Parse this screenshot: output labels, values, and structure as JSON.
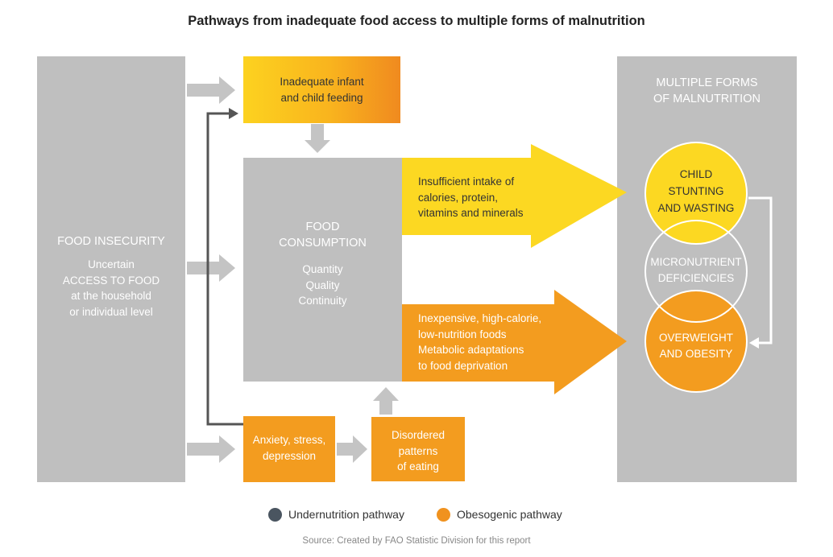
{
  "title": "Pathways from inadequate food access to multiple forms of malnutrition",
  "colors": {
    "gray_box": "#bfbfbf",
    "gray_arrow": "#c4c4c4",
    "yellow": "#fcd822",
    "orange": "#f39c1f",
    "undernutrition_line": "#555555",
    "undernutrition_dot": "#4a5560",
    "obesogenic_dot": "#f0921f"
  },
  "food_insecurity": {
    "heading": "FOOD INSECURITY",
    "lines": [
      "Uncertain",
      "ACCESS TO FOOD",
      "at the household",
      "or individual level"
    ]
  },
  "infant_feeding": {
    "lines": [
      "Inadequate infant",
      "and child feeding"
    ]
  },
  "food_consumption": {
    "heading_lines": [
      "FOOD",
      "CONSUMPTION"
    ],
    "lines": [
      "Quantity",
      "Quality",
      "Continuity"
    ]
  },
  "yellow_arrow": {
    "lines": [
      "Insufficient intake of",
      "calories, protein,",
      "vitamins and minerals"
    ]
  },
  "orange_arrow": {
    "lines": [
      "Inexpensive, high-calorie,",
      "low-nutrition foods",
      "Metabolic adaptations",
      "to food deprivation"
    ]
  },
  "anxiety": {
    "lines": [
      "Anxiety, stress,",
      "depression"
    ]
  },
  "disordered": {
    "lines": [
      "Disordered",
      "patterns",
      "of eating"
    ]
  },
  "malnutrition": {
    "heading_lines": [
      "MULTIPLE FORMS",
      "OF MALNUTRITION"
    ],
    "stunting_lines": [
      "CHILD",
      "STUNTING",
      "AND WASTING"
    ],
    "micronutrient_lines": [
      "MICRONUTRIENT",
      "DEFICIENCIES"
    ],
    "overweight_lines": [
      "OVERWEIGHT",
      "AND OBESITY"
    ]
  },
  "legend": [
    {
      "label": "Undernutrition pathway",
      "color": "#4a5560"
    },
    {
      "label": "Obesogenic pathway",
      "color": "#f0921f"
    }
  ],
  "source": "Source: Created by FAO Statistic Division for this report"
}
